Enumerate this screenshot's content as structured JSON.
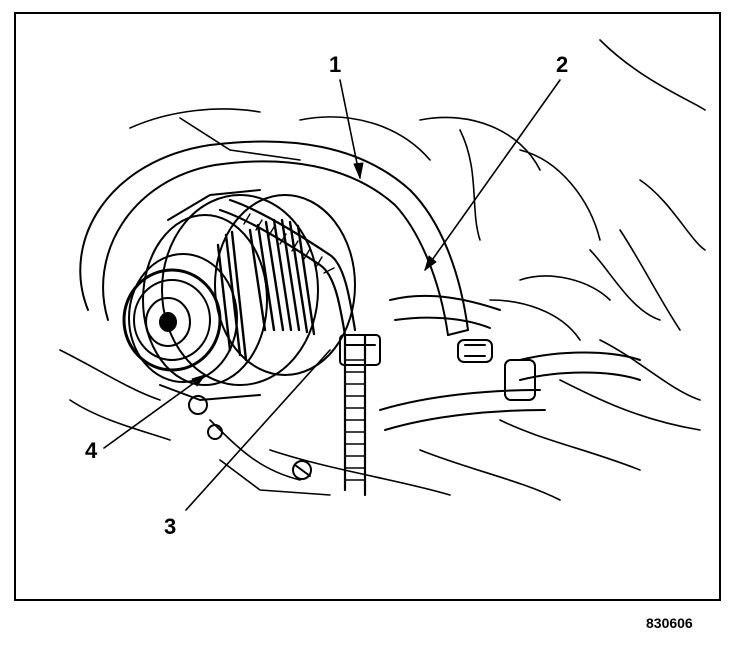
{
  "figure": {
    "callouts": [
      "1",
      "2",
      "3",
      "4"
    ],
    "figure_id": "830606"
  },
  "colors": {
    "ink": "#000000",
    "paper": "#ffffff"
  }
}
